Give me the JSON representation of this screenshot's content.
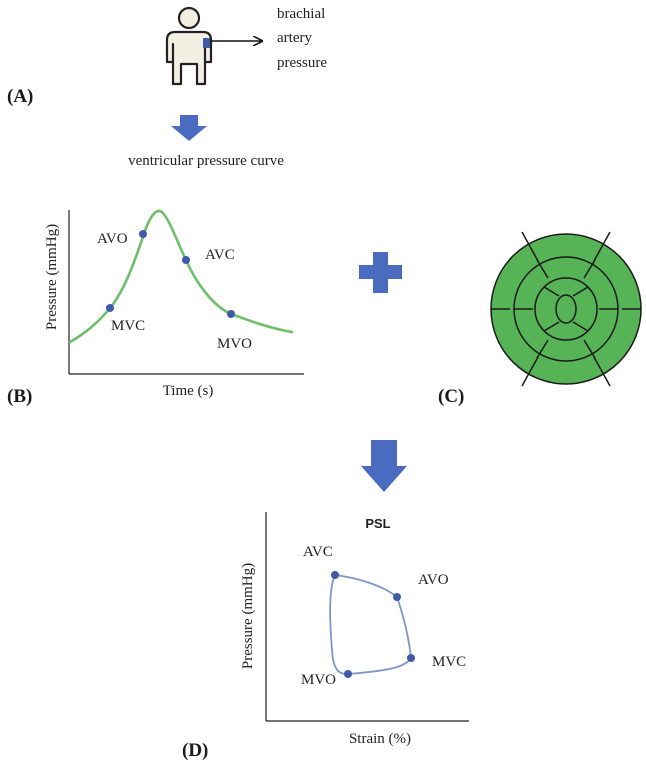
{
  "panels": {
    "a": "(A)",
    "b": "(B)",
    "c": "(C)",
    "d": "(D)"
  },
  "panel_a": {
    "measurement_lines": [
      "brachial",
      "artery",
      "pressure"
    ],
    "result_label": "ventricular pressure curve"
  },
  "panel_b": {
    "ylabel": "Pressure (mmHg)",
    "xlabel": "Time (s)",
    "points": {
      "avo": "AVO",
      "avc": "AVC",
      "mvc": "MVC",
      "mvo": "MVO"
    }
  },
  "panel_d": {
    "title": "PSL",
    "ylabel": "Pressure (mmHg)",
    "xlabel": "Strain (%)",
    "points": {
      "avc": "AVC",
      "avo": "AVO",
      "mvc": "MVC",
      "mvo": "MVO"
    }
  },
  "colors": {
    "curve": "#6fbf6a",
    "marker": "#3f5aa8",
    "arrow": "#4a6bbf",
    "plus": "#4a6bbf",
    "bullseye_fill": "#56b356",
    "loop": "#7f95c9"
  },
  "icons": {
    "person": "person-icon",
    "bullseye": "bullseye-17-segment-icon"
  }
}
